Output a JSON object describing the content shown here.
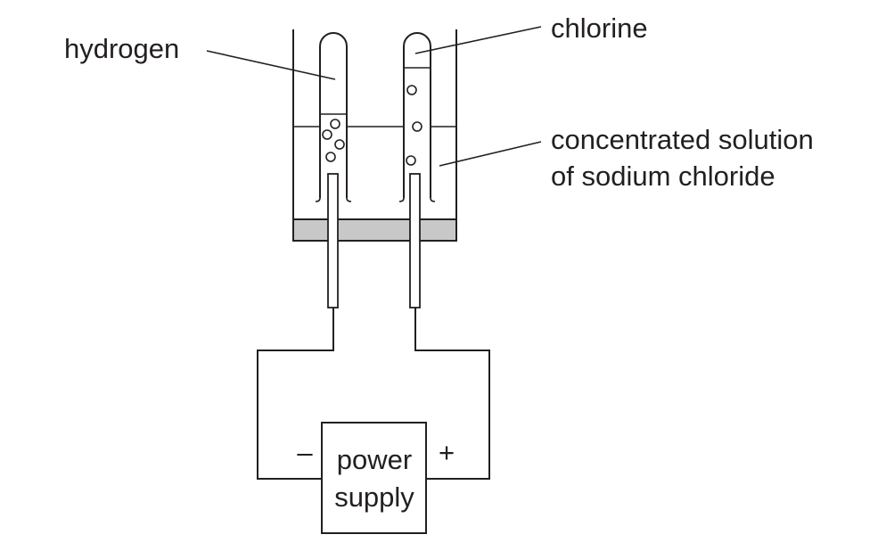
{
  "labels": {
    "hydrogen": "hydrogen",
    "chlorine": "chlorine",
    "solution_line1": "concentrated solution",
    "solution_line2": "of sodium chloride",
    "power_line1": "power",
    "power_line2": "supply",
    "minus": "–",
    "plus": "+"
  },
  "colors": {
    "ink": "#231f20",
    "base_plate": "#c8c8c8",
    "background": "#ffffff"
  }
}
